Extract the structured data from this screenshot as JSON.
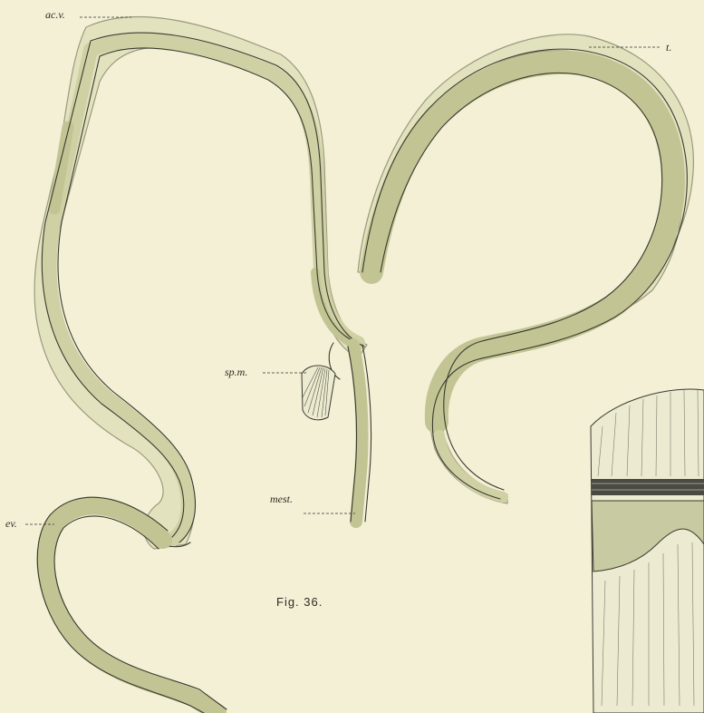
{
  "figure": {
    "caption": "Fig. 36.",
    "labels": {
      "ac_v": "ac.v.",
      "t": "t.",
      "sp_m": "sp.m.",
      "mest": "mest.",
      "ev": "ev."
    }
  },
  "colors": {
    "background": "#f4f0d6",
    "tissue_outer": "#e3e2bf",
    "tissue_layer": "#cfd1a4",
    "tissue_thick": "#c2c593",
    "outline": "#3a3a30"
  }
}
